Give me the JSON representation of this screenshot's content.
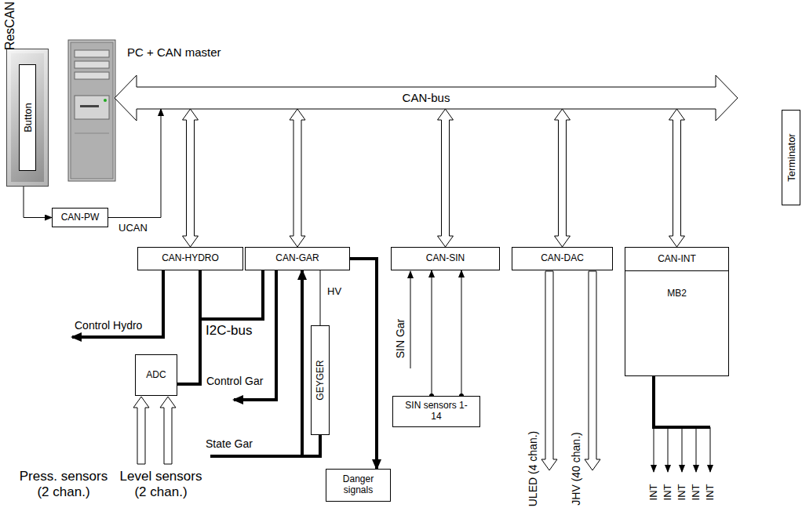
{
  "diagram": {
    "nodes": [
      {
        "text": [
          "ResCAN"
        ]
      },
      {
        "text": [
          "Button"
        ],
        "in": 0
      },
      {
        "text": [
          "PC + CAN master"
        ]
      },
      {
        "text": [
          "CAN-bus"
        ]
      },
      {
        "text": [
          "Terminator"
        ]
      },
      {
        "text": [
          "CAN-PW"
        ]
      },
      {
        "text": [
          "CAN-HYDRO"
        ]
      },
      {
        "text": [
          "CAN-GAR"
        ]
      },
      {
        "text": [
          "CAN-SIN"
        ]
      },
      {
        "text": [
          "CAN-DAC"
        ]
      },
      {
        "text": [
          "CAN-INT"
        ]
      },
      {
        "text": [
          "MB2"
        ],
        "in": 10
      },
      {
        "text": [
          "ADC"
        ]
      },
      {
        "text": [
          "GEYGER"
        ]
      },
      {
        "text": [
          "SIN sensors 1-14"
        ]
      },
      {
        "text": [
          "Danger signals"
        ]
      }
    ],
    "edges": [
      {
        "from": 0,
        "to": 5,
        "arrow": "to"
      },
      {
        "from": 5,
        "to": 3,
        "label": "UCAN",
        "arrow": "to"
      },
      {
        "from": 3,
        "to": 6,
        "arrow": "both"
      },
      {
        "from": 3,
        "to": 7,
        "arrow": "both"
      },
      {
        "from": 3,
        "to": 8,
        "arrow": "both"
      },
      {
        "from": 3,
        "to": 9,
        "arrow": "both"
      },
      {
        "from": 3,
        "to": 10,
        "arrow": "both"
      },
      {
        "from": 6,
        "to": 12,
        "arrow": "none"
      },
      {
        "from": 7,
        "to": 12,
        "arrow": "none"
      },
      {
        "from": 7,
        "to": 13,
        "label": "HV",
        "arrow": "none"
      },
      {
        "from": 13,
        "to": 7,
        "arrow": "to"
      },
      {
        "from": 14,
        "to": 8,
        "arrow": "to"
      },
      {
        "from": 14,
        "to": 8,
        "arrow": "to"
      },
      {
        "from": 7,
        "to": 15,
        "arrow": "to"
      }
    ],
    "labels": [
      "Control Hydro",
      "I2C-bus",
      "Control Gar",
      "State Gar",
      "SIN Gar",
      "ULED (4 chan.)",
      "JHV (40 chan.)",
      "INT",
      "INT",
      "INT",
      "INT",
      "INT",
      "Press. sensors (2 chan.)",
      "Level sensors (2 chan.)"
    ]
  }
}
